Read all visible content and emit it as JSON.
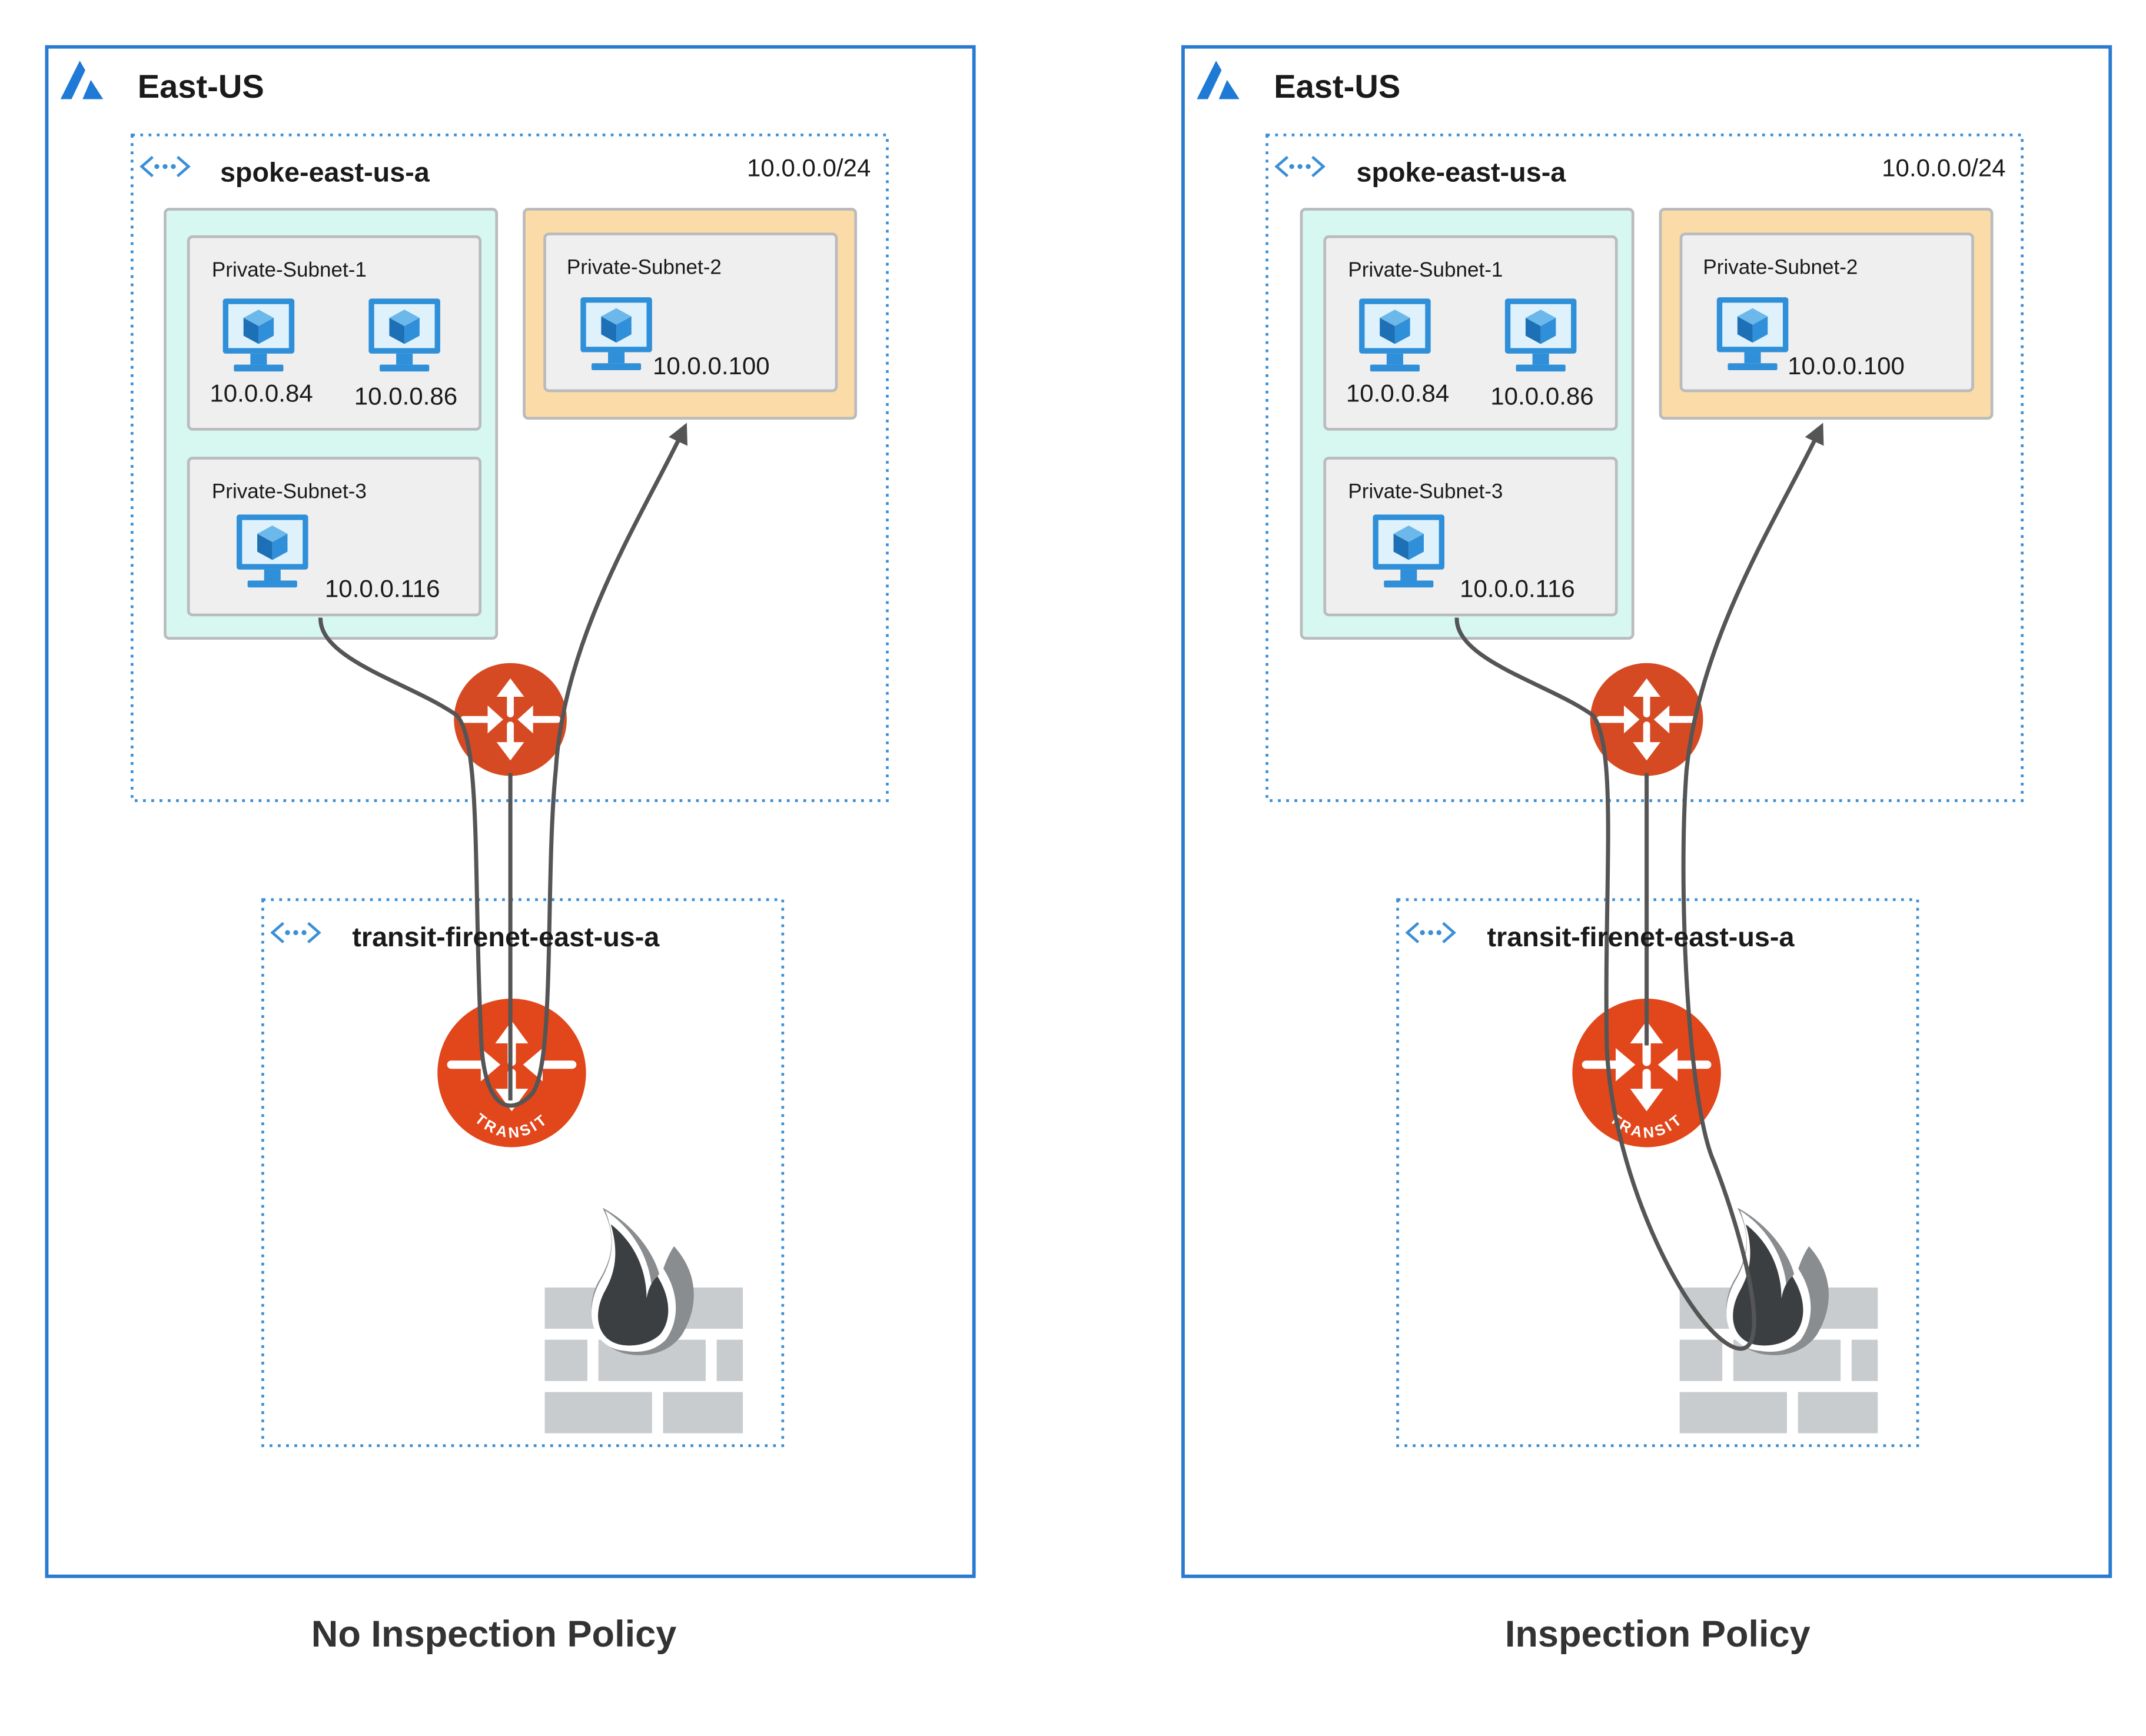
{
  "panels": [
    {
      "region": "East-US",
      "spoke": {
        "name": "spoke-east-us-a",
        "cidr": "10.0.0.0/24"
      },
      "subnets": [
        {
          "name": "Private-Subnet-1",
          "ips": [
            "10.0.0.84",
            "10.0.0.86"
          ]
        },
        {
          "name": "Private-Subnet-2",
          "ips": [
            "10.0.0.100"
          ]
        },
        {
          "name": "Private-Subnet-3",
          "ips": [
            "10.0.0.116"
          ]
        }
      ],
      "transit": {
        "name": "transit-firenet-east-us-a",
        "badge": "TRANSIT"
      },
      "caption": "No Inspection Policy"
    },
    {
      "region": "East-US",
      "spoke": {
        "name": "spoke-east-us-a",
        "cidr": "10.0.0.0/24"
      },
      "subnets": [
        {
          "name": "Private-Subnet-1",
          "ips": [
            "10.0.0.84",
            "10.0.0.86"
          ]
        },
        {
          "name": "Private-Subnet-2",
          "ips": [
            "10.0.0.100"
          ]
        },
        {
          "name": "Private-Subnet-3",
          "ips": [
            "10.0.0.116"
          ]
        }
      ],
      "transit": {
        "name": "transit-firenet-east-us-a",
        "badge": "TRANSIT"
      },
      "caption": "Inspection Policy"
    }
  ],
  "colors": {
    "region_border": "#2a7bd0",
    "vnet_border": "#3a8fd6",
    "subnet_group_fill": "#d7f7f1",
    "subnet_highlight_fill": "#fbdba7",
    "subnet_fill": "#efefef",
    "vm_blue": "#2f8fd8",
    "router_orange": "#e2461b",
    "flow_line": "#555555",
    "firewall_brick": "#c9ccce",
    "flame_dark": "#3c3f41",
    "flame_gray": "#8a8d90"
  },
  "icons": [
    "azure-logo-icon",
    "vnet-icon",
    "vm-monitor-icon",
    "spoke-gateway-icon",
    "transit-gateway-icon",
    "firewall-icon"
  ]
}
